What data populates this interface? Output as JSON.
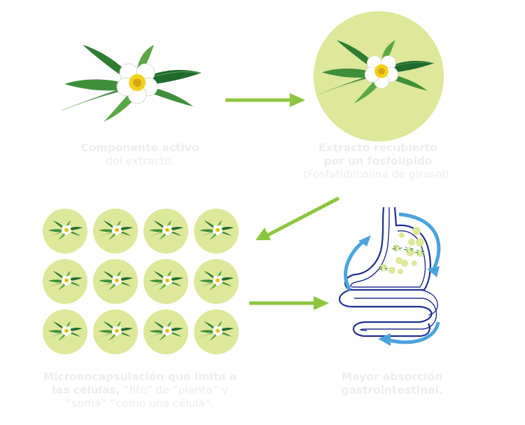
{
  "colors": {
    "leaf_dark": "#1f6b2e",
    "leaf_light": "#4caf50",
    "flower_petal": "#ffffff",
    "flower_center": "#f2d21b",
    "bubble_fill": "#dde89a",
    "arrow_green": "#8cc63f",
    "intestine_blue": "#1f2f8f",
    "flow_arrow_blue": "#4aa3dc",
    "caption_text": "#ededed"
  },
  "captions": {
    "active_component": {
      "bold": "Componente activo",
      "normal": "del extracto."
    },
    "coated_extract": {
      "bold_line1": "Extracto recubierto",
      "bold_line2": "por un fosfolípido",
      "normal": "(Fosfatidilcolina de girasol)."
    },
    "microencapsulation": {
      "bold_a": "Microencapsulación que imita a",
      "bold_b": "las células,",
      "normal_a": " “fito” de “planta” y",
      "normal_b": "“soma” “como una célula”."
    },
    "absorption": {
      "bold_line1": "Mayor absorción",
      "bold_line2": "gastrointestinal."
    }
  },
  "icons": {
    "tea_flower": "tea-flower-icon",
    "coated_tea_flower": "coated-tea-flower-icon",
    "capsule": "capsule-icon",
    "digestive_tract": "digestive-tract-icon"
  },
  "capsule_grid": {
    "rows": 3,
    "columns": 4
  }
}
